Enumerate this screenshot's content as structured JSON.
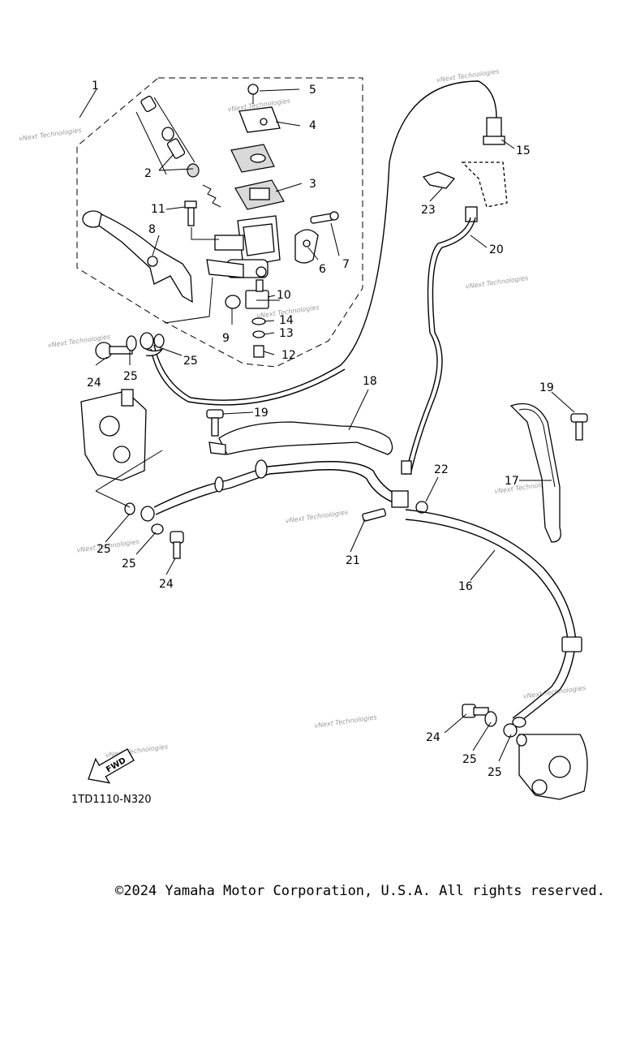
{
  "diagram": {
    "callouts": {
      "c1": "1",
      "c2": "2",
      "c3": "3",
      "c4": "4",
      "c5": "5",
      "c6": "6",
      "c7": "7",
      "c8": "8",
      "c9": "9",
      "c10": "10",
      "c11": "11",
      "c12": "12",
      "c13": "13",
      "c14": "14",
      "c15": "15",
      "c16": "16",
      "c17": "17",
      "c18": "18",
      "c19a": "19",
      "c19b": "19",
      "c20": "20",
      "c21": "21",
      "c22": "22",
      "c23": "23",
      "c24a": "24",
      "c24b": "24",
      "c24c": "24",
      "c25a": "25",
      "c25b": "25",
      "c25c": "25",
      "c25d": "25",
      "c25e": "25",
      "c25f": "25"
    },
    "watermark": {
      "line1": "vNext Technologies",
      "line2": "Technologies"
    },
    "fwd_label": "FWD",
    "diagram_code": "1TD1110-N320"
  },
  "footer": {
    "copyright": "©2024 Yamaha Motor Corporation, U.S.A. All rights reserved."
  }
}
